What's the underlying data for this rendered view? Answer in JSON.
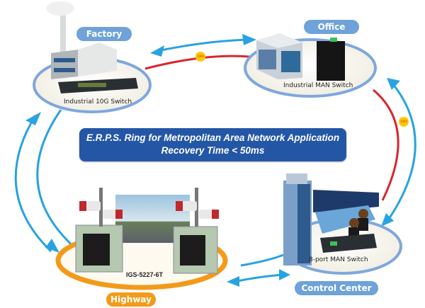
{
  "title": {
    "line1": "E.R.P.S. Ring for Metropolitan Area Network Application",
    "line2": "Recovery Time < 50ms"
  },
  "nodes": [
    {
      "id": "factory",
      "label": "Factory",
      "device": "Industrial 10G Switch",
      "label_color": "#6ea2d8"
    },
    {
      "id": "office",
      "label": "Office",
      "device": "Industrial MAN Switch",
      "label_color": "#6ea2d8"
    },
    {
      "id": "control-center",
      "label": "Control Center",
      "device": "8-port MAN Switch",
      "label_color": "#6ea2d8"
    },
    {
      "id": "highway",
      "label": "Highway",
      "device": "IGS-5227-6T",
      "label_color": "#f39a1a"
    }
  ],
  "links": {
    "ring_color": "#d9262e",
    "arrow_color": "#29a3e0",
    "speed_badges": [
      "1000",
      "1000"
    ]
  },
  "colors": {
    "title_bg": "#2456a6",
    "node_ring": "#7ea7dc",
    "highway_ring": "#f39a1a",
    "badge": "#ffc800"
  }
}
